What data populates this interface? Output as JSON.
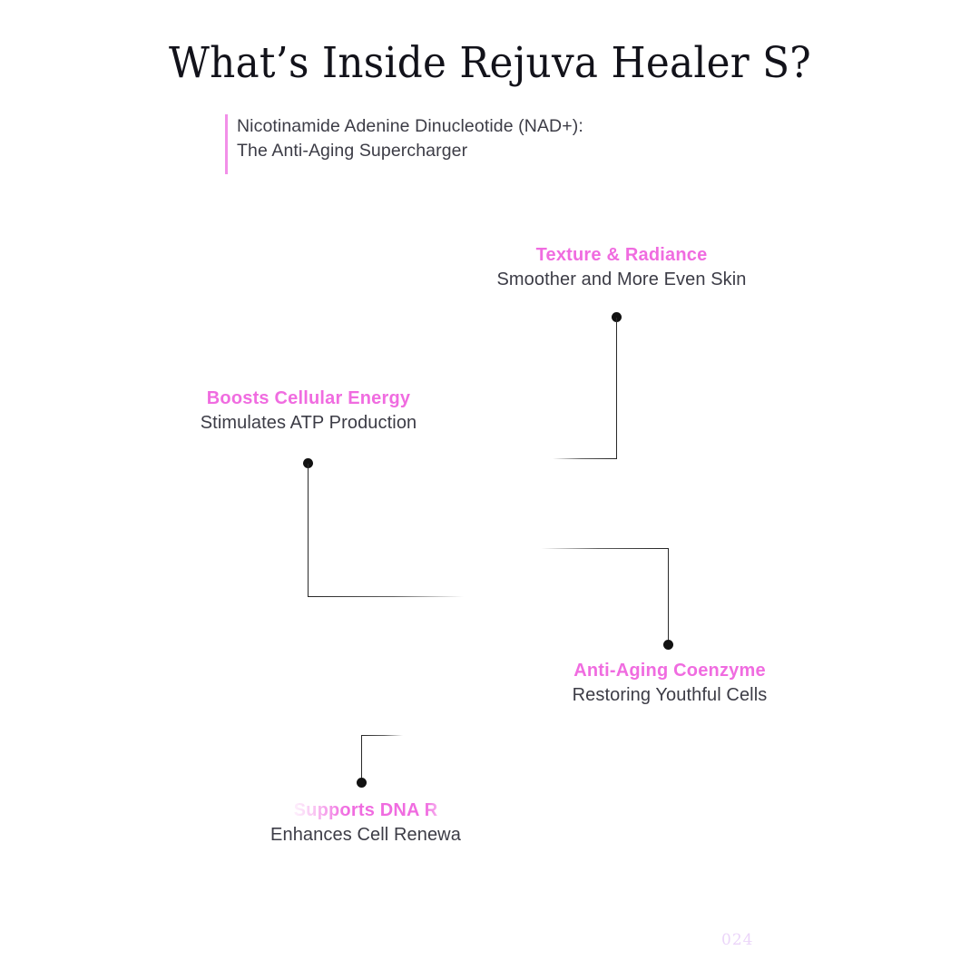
{
  "slide": {
    "title": "What’s Inside Rejuva Healer S?",
    "background_color": "#ffffff",
    "accent_color": "#f06ce0",
    "body_text_color": "#3c3c46"
  },
  "subtitle": {
    "bar_color": "#f28fe8",
    "line1": "Nicotinamide Adenine Dinucleotide (NAD+):",
    "line2": "The Anti-Aging Supercharger"
  },
  "nodes": [
    {
      "id": "texture-radiance",
      "title": "Texture & Radiance",
      "subtitle": "Smoother and More Even Skin"
    },
    {
      "id": "boosts-cellular-energy",
      "title": "Boosts Cellular Energy",
      "subtitle": "Stimulates ATP Production"
    },
    {
      "id": "anti-aging-coenzyme",
      "title": "Anti-Aging Coenzyme",
      "subtitle": "Restoring Youthful Cells"
    },
    {
      "id": "supports-dna-repair",
      "title": "Supports DNA R",
      "subtitle": "Enhances Cell Renewa"
    }
  ],
  "footer": {
    "mark": "024"
  }
}
